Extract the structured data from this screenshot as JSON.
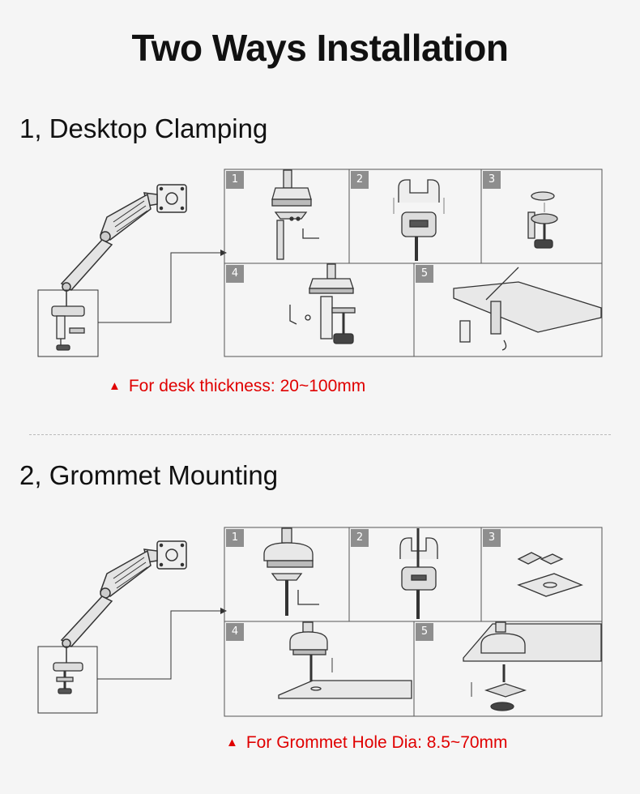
{
  "title": "Two Ways Installation",
  "sections": [
    {
      "heading": "1, Desktop Clamping",
      "note_symbol": "▲",
      "note": "For desk thickness: 20~100mm",
      "steps": [
        "1",
        "2",
        "3",
        "4",
        "5"
      ]
    },
    {
      "heading": "2, Grommet Mounting",
      "note_symbol": "▲",
      "note": "For Grommet Hole Dia: 8.5~70mm",
      "steps": [
        "1",
        "2",
        "3",
        "4",
        "5"
      ]
    }
  ],
  "colors": {
    "note": "#e00000",
    "step_badge": "#8e8e8e",
    "line": "#333333",
    "background": "#f5f5f5"
  }
}
